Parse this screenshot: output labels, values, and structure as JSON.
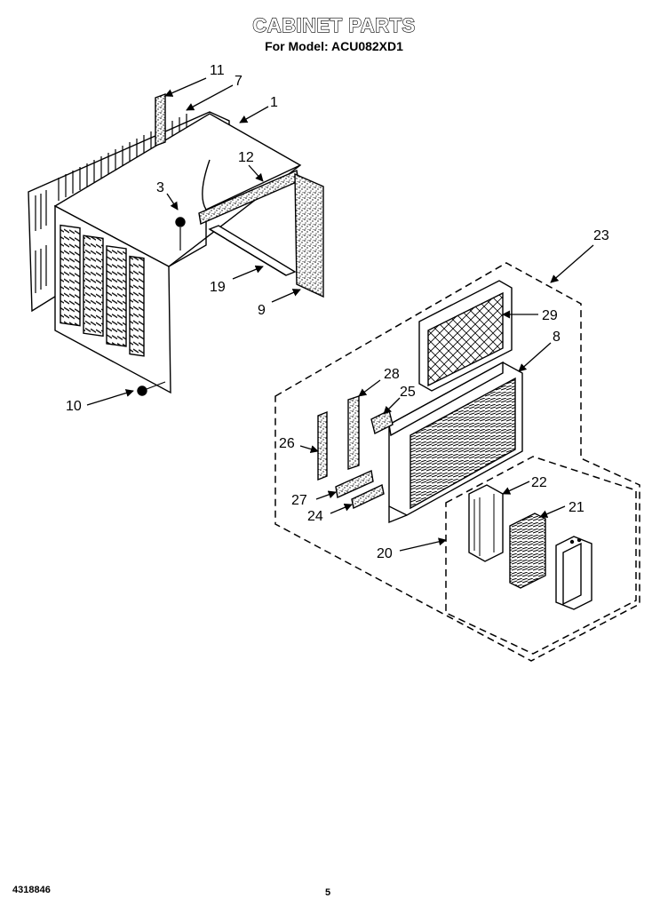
{
  "title": "CABINET PARTS",
  "subtitle": "For Model: ACU082XD1",
  "callouts": {
    "p1": "1",
    "p3": "3",
    "p7": "7",
    "p8": "8",
    "p9": "9",
    "p10": "10",
    "p11": "11",
    "p12": "12",
    "p19": "19",
    "p20": "20",
    "p21": "21",
    "p22": "22",
    "p23": "23",
    "p24": "24",
    "p25": "25",
    "p26": "26",
    "p27": "27",
    "p28": "28",
    "p29": "29"
  },
  "footer": {
    "doc_number": "4318846",
    "page_number": "5"
  }
}
